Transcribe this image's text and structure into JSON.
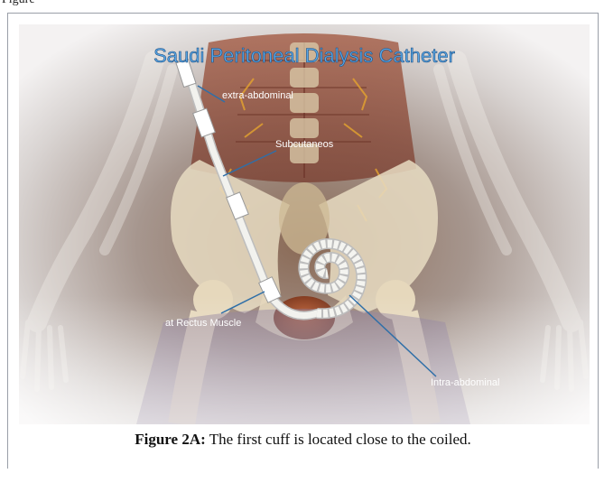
{
  "clipped_text": "Figure",
  "figure": {
    "title": "Saudi Peritoneal Dialysis Catheter",
    "labels": {
      "extra_abdominal": "extra-abdominal",
      "subcutaneous": "Subcutaneos",
      "rectus_muscle": "at Rectus Muscle",
      "intra_abdominal": "Intra-abdominal"
    },
    "colors": {
      "title": "#5aa8e8",
      "pointer_line": "#2f6fa8",
      "catheter": "#f2f2ee",
      "bone": "#e8dcc2"
    }
  },
  "caption": {
    "label": "Figure 2A:",
    "text": " The first cuff is located close to the coiled."
  }
}
